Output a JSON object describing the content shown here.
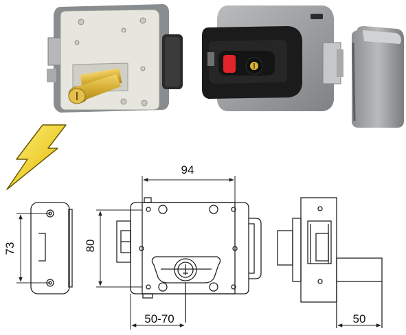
{
  "colors": {
    "lock_body_front": "#e6e6de",
    "lock_body_frame": "#8a8d90",
    "lock_body_grey": "#9a9c9e",
    "brass": "#d9b43a",
    "black_cover": "#1b1b1b",
    "red_button": "#e2232a",
    "bolt_yellow": "#f5d31f",
    "line": "#222222"
  },
  "icons": {
    "lightning": "lightning-bolt-icon"
  },
  "dimensions": {
    "top_width": "94",
    "strike_height": "73",
    "body_height": "80",
    "backset": "50-70",
    "side_projection": "50"
  }
}
